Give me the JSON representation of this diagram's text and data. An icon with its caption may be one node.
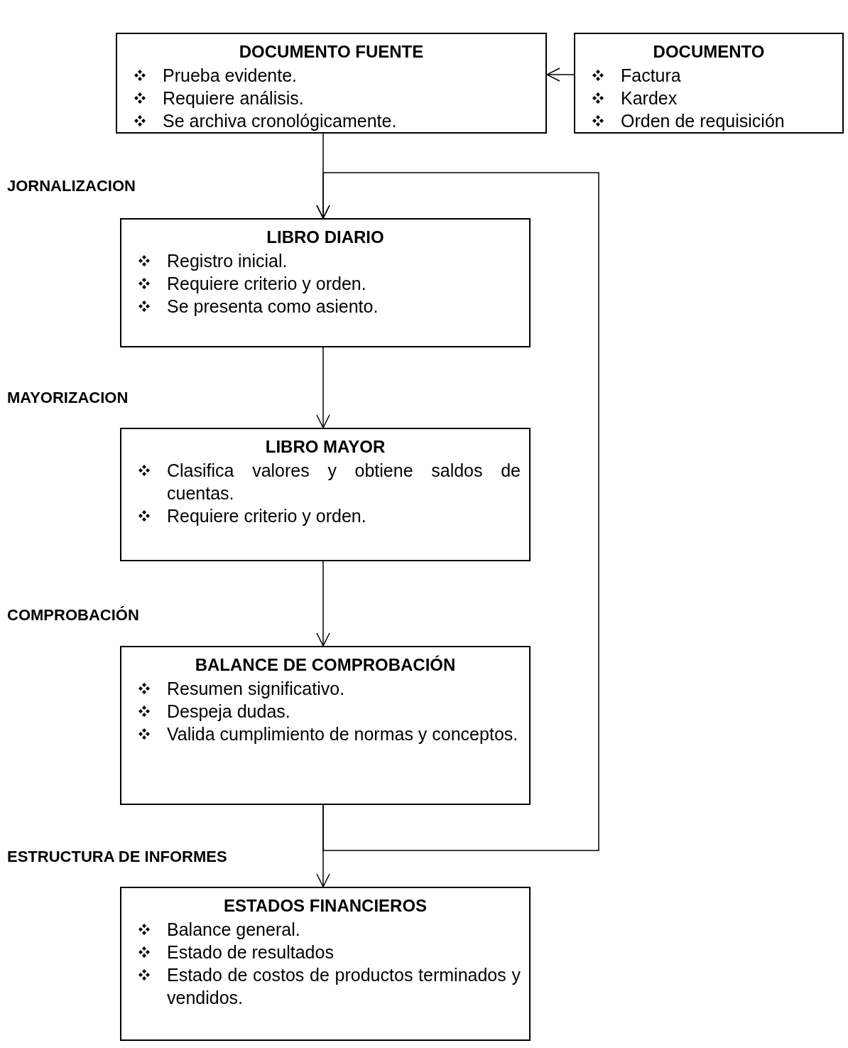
{
  "diagram": {
    "nodes": [
      {
        "text": [
          "DOCUMENTO FUENTE",
          "Prueba evidente.",
          "Requiere análisis.",
          "Se archiva cronológicamente."
        ]
      },
      {
        "text": [
          "DOCUMENTO",
          "Factura",
          "Kardex",
          "Orden de requisición"
        ]
      },
      {
        "text": [
          "LIBRO DIARIO",
          "Registro inicial.",
          "Requiere criterio y orden.",
          "Se presenta como asiento."
        ]
      },
      {
        "text": [
          "LIBRO MAYOR",
          "Clasifica valores y obtiene saldos de cuentas.",
          "Requiere criterio y orden."
        ]
      },
      {
        "text": [
          "BALANCE DE COMPROBACIÓN",
          "Resumen significativo.",
          "Despeja dudas.",
          "Valida cumplimiento de normas y conceptos."
        ]
      },
      {
        "text": [
          "ESTADOS FINANCIEROS",
          "Balance general.",
          "Estado de resultados",
          "Estado de costos de productos terminados y vendidos."
        ]
      }
    ],
    "edges": [
      {
        "from": 1,
        "to": 0,
        "arrow": "to"
      },
      {
        "from": 0,
        "to": 2,
        "arrow": "to"
      },
      {
        "from": 2,
        "to": 3,
        "arrow": "to"
      },
      {
        "from": 3,
        "to": 4,
        "arrow": "to"
      },
      {
        "from": 4,
        "to": 5,
        "arrow": "to"
      },
      {
        "from": 4,
        "to": 2,
        "arrow": "to"
      }
    ],
    "labels": [
      "JORNALIZACION",
      "MAYORIZACION",
      "COMPROBACIÓN",
      "ESTRUCTURA DE INFORMES"
    ]
  }
}
